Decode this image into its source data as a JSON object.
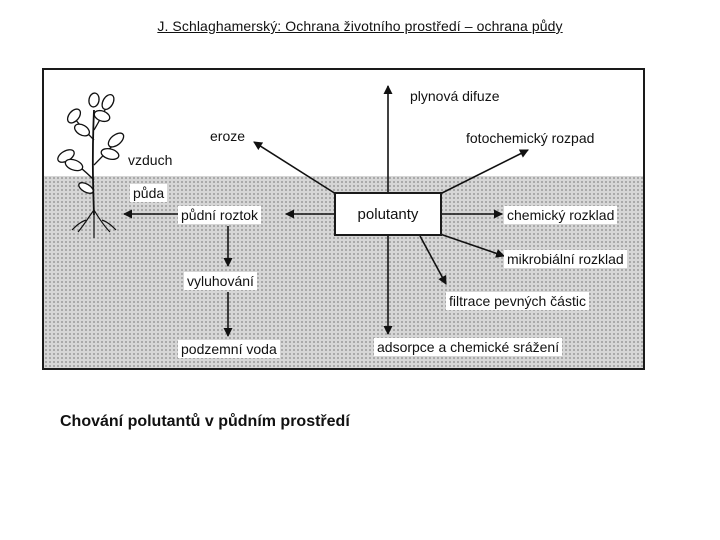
{
  "header": {
    "title": "J. Schlaghamerský: Ochrana životního prostředí – ochrana půdy"
  },
  "diagram": {
    "center": "polutanty",
    "air_label": "vzduch",
    "soil_label": "půda",
    "processes": {
      "gas_diffusion": "plynová difuze",
      "erosion": "eroze",
      "photochemical": "fotochemický rozpad",
      "soil_solution": "půdní roztok",
      "chemical": "chemický rozklad",
      "microbial": "mikrobiální rozklad",
      "leaching": "vyluhování",
      "filtration": "filtrace pevných částic",
      "groundwater": "podzemní voda",
      "adsorption": "adsorpce a chemické srážení"
    }
  },
  "caption": "Chování polutantů v půdním prostředí"
}
